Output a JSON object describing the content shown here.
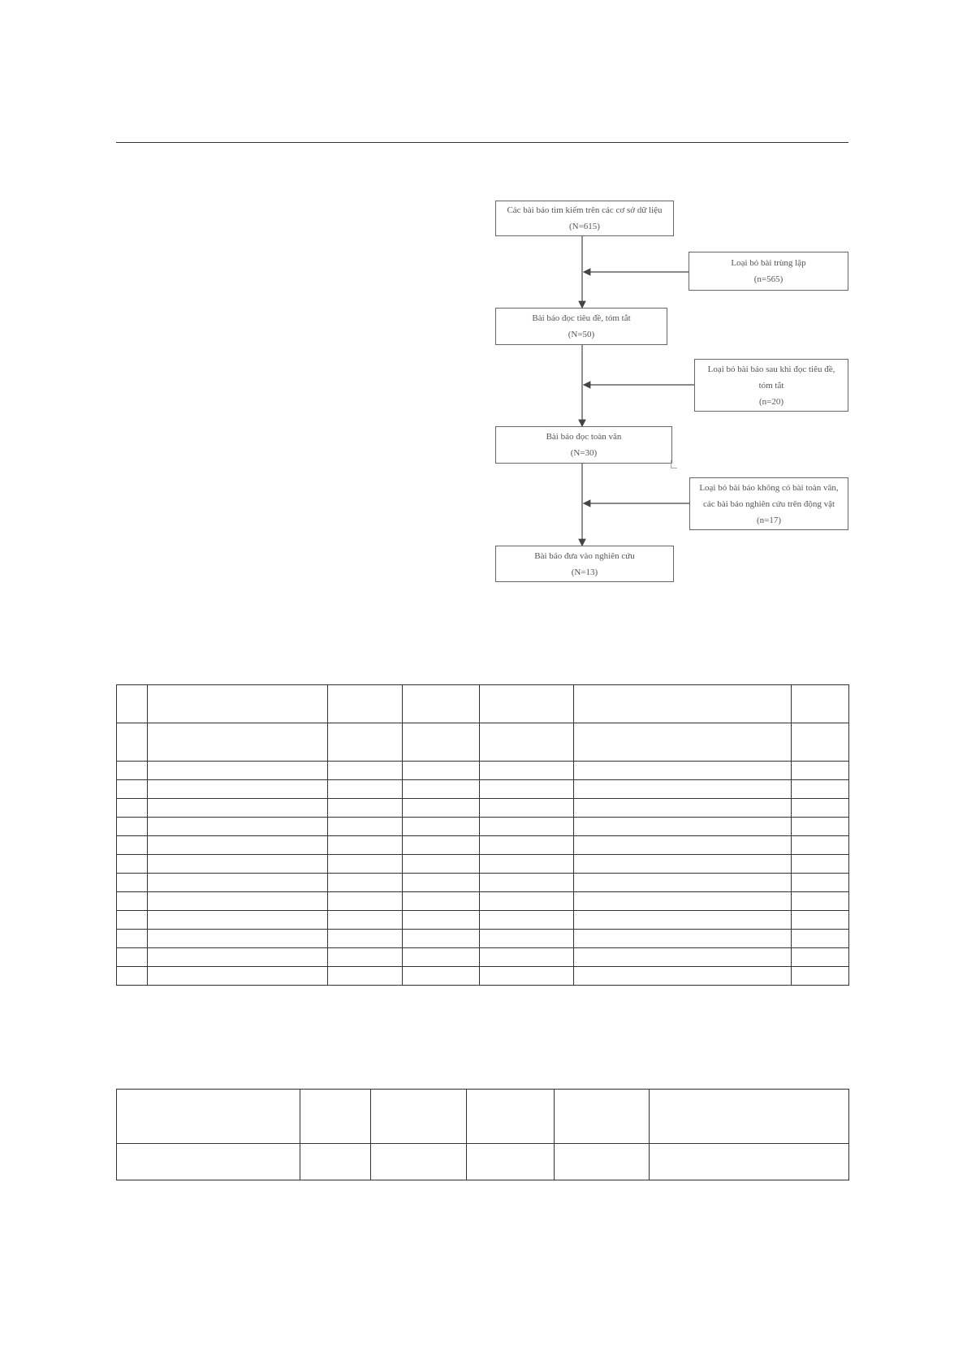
{
  "flowchart": {
    "boxes": [
      {
        "id": "identified",
        "lines": [
          "Các bài báo tìm kiếm trên các cơ sở dữ liệu",
          "(N=615)"
        ]
      },
      {
        "id": "excluded-duplicates",
        "lines": [
          "Loại bỏ bài trùng lặp",
          "(n=565)"
        ]
      },
      {
        "id": "screened",
        "lines": [
          "Bài báo đọc tiêu đề, tóm tắt",
          "(N=50)"
        ]
      },
      {
        "id": "excluded-title-abstract",
        "lines": [
          "Loại bỏ bài báo sau khi đọc tiêu đề,",
          "tóm tắt",
          "(n=20)"
        ]
      },
      {
        "id": "full-text",
        "lines": [
          "Bài báo đọc toàn văn",
          "(N=30)"
        ]
      },
      {
        "id": "excluded-full-text",
        "lines": [
          "Loại bỏ bài báo không có bài toàn văn,",
          "các bài báo nghiên cứu trên động vật",
          "(n=17)"
        ]
      },
      {
        "id": "included",
        "lines": [
          "Bài báo đưa vào nghiên cứu",
          "(N=13)"
        ]
      }
    ]
  },
  "table1": {
    "header_rows": 2,
    "body_rows": 12,
    "columns": 7
  },
  "table2": {
    "rows": 2,
    "columns": 6
  }
}
